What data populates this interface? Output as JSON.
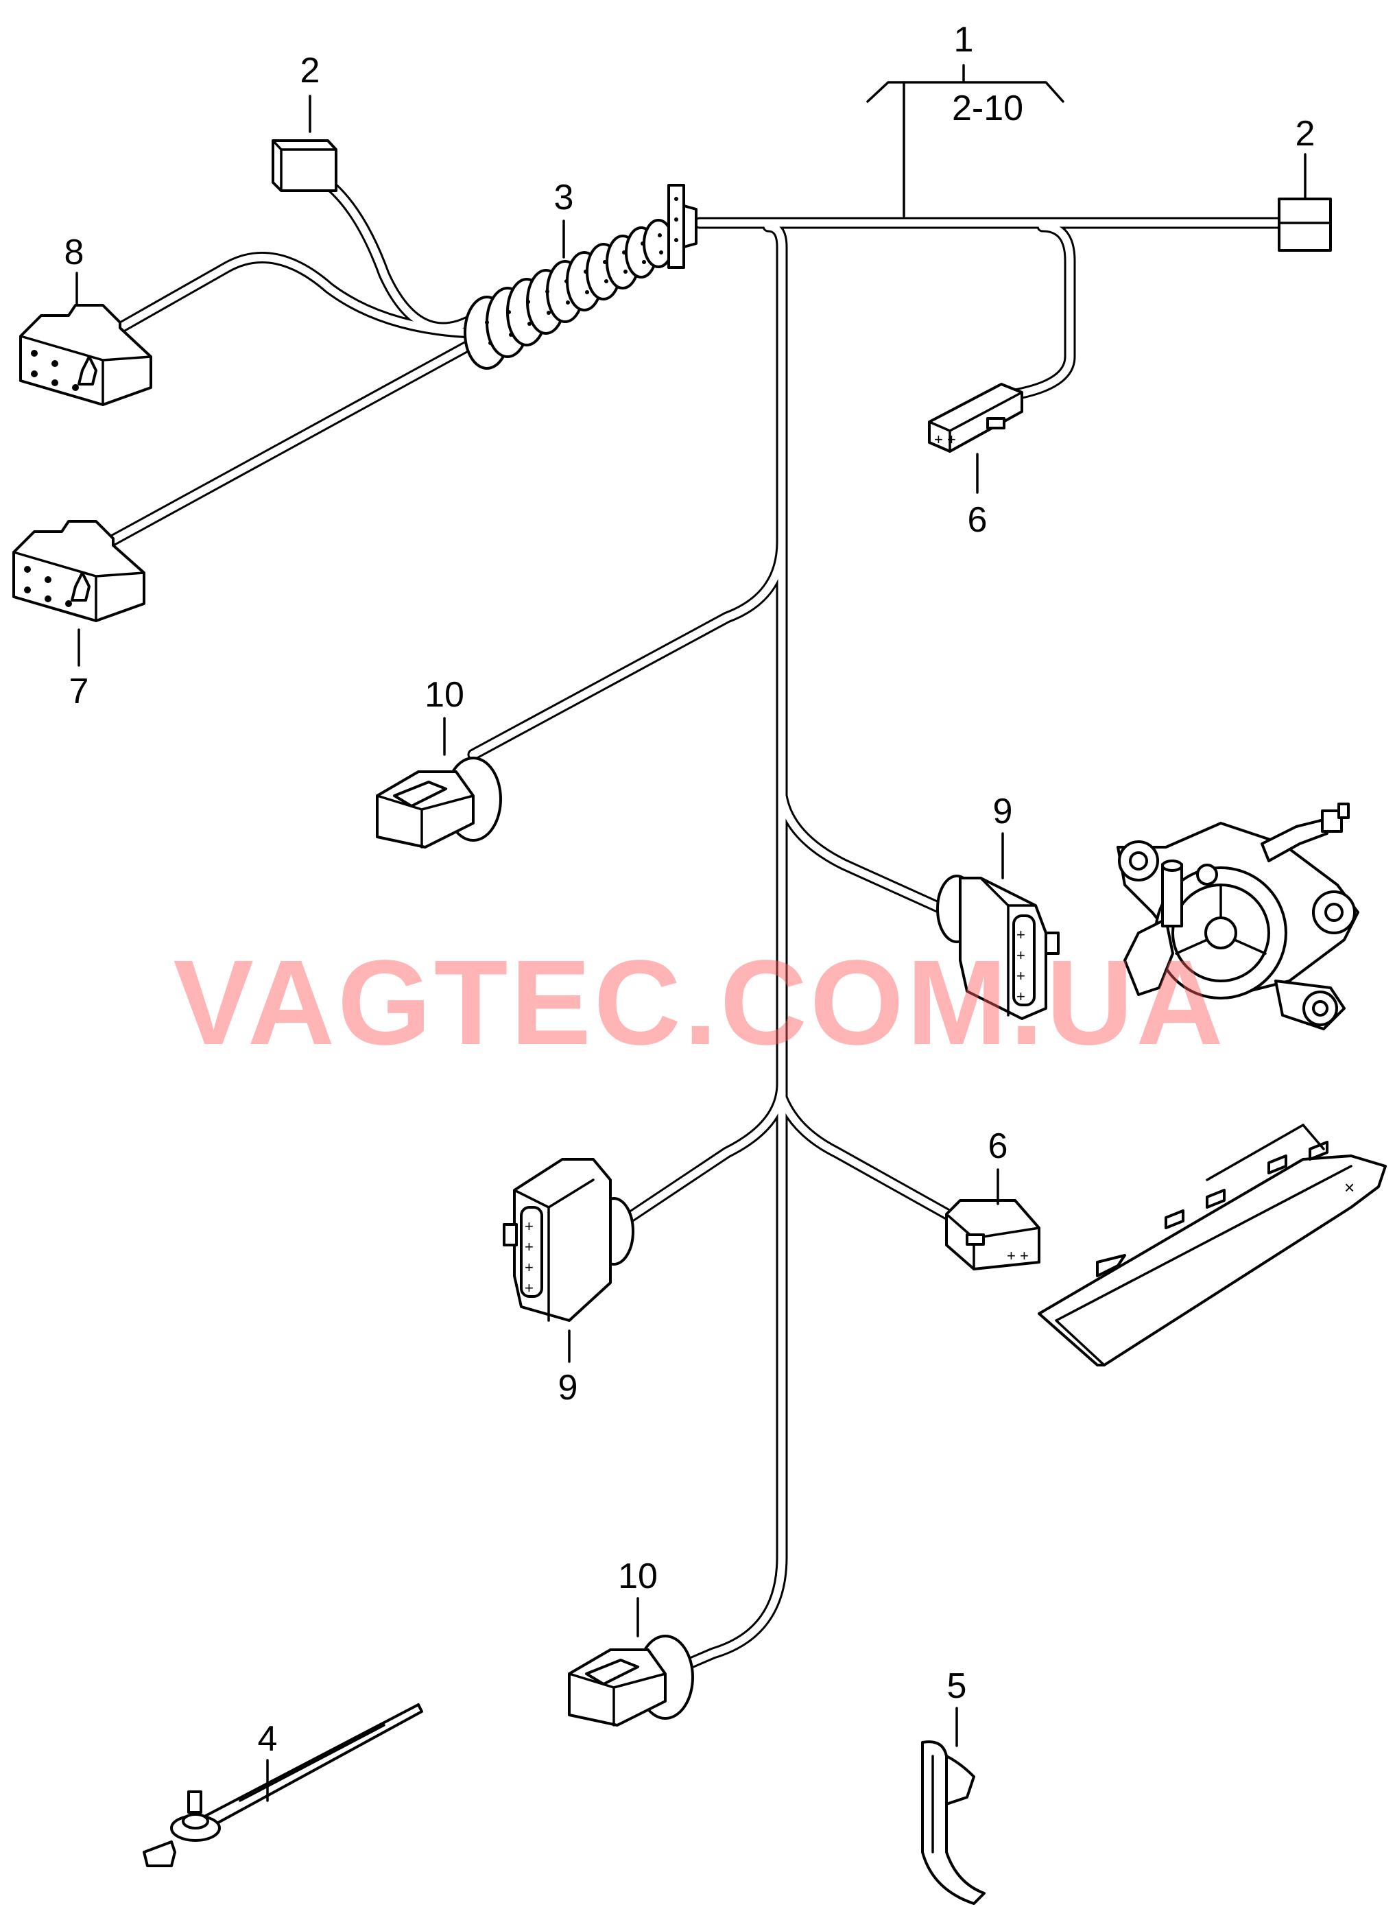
{
  "callouts": {
    "c1": "1",
    "c1_range": "2-10",
    "c2_left": "2",
    "c2_right": "2",
    "c3": "3",
    "c4": "4",
    "c5": "5",
    "c6_top": "6",
    "c6_mid": "6",
    "c7": "7",
    "c8": "8",
    "c9_right": "9",
    "c9_left": "9",
    "c10_top": "10",
    "c10_bottom": "10"
  },
  "watermark": "VAGTEC.COM.UA"
}
